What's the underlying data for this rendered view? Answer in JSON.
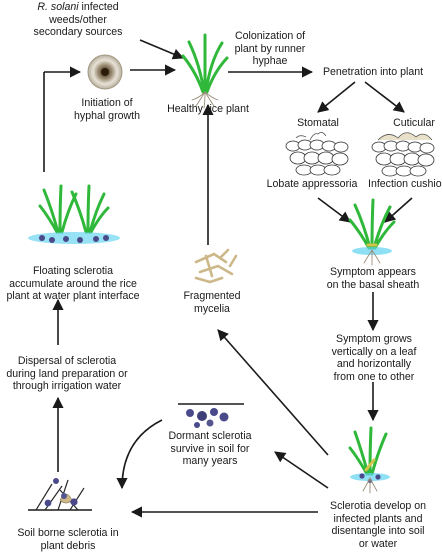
{
  "labels": {
    "infected_weeds_species": "R. solani",
    "infected_weeds_rest": " infected",
    "infected_weeds_line2": "weeds/other",
    "infected_weeds_line3": "secondary sources",
    "initiation_line1": "Initiation of",
    "initiation_line2": "hyphal growth",
    "healthy_plant": "Healthy rice plant",
    "colonization_line1": "Colonization of",
    "colonization_line2": "plant by runner",
    "colonization_line3": "hyphae",
    "penetration": "Penetration into plant",
    "stomatal": "Stomatal",
    "cuticular": "Cuticular",
    "lobate_appressoria": "Lobate appressoria",
    "infection_cushion": "Infection cushio",
    "symptom_basal_line1": "Symptom appears",
    "symptom_basal_line2": "on the basal sheath",
    "symptom_grows_line1": "Symptom grows",
    "symptom_grows_line2": "vertically on a leaf",
    "symptom_grows_line3": "and horizontally",
    "symptom_grows_line4": "from one to other",
    "sclerotia_develop_line1": "Sclerotia develop on",
    "sclerotia_develop_line2": "infected plants and",
    "sclerotia_develop_line3": "disentangle into soil",
    "sclerotia_develop_line4": "or water",
    "dormant_line1": "Dormant sclerotia",
    "dormant_line2": "survive in soil for",
    "dormant_line3": "many years",
    "soil_borne_line1": "Soil borne sclerotia in",
    "soil_borne_line2": "plant debris",
    "dispersal_line1": "Dispersal of sclerotia",
    "dispersal_line2": "during land preparation or",
    "dispersal_line3": "through irrigation water",
    "floating_line1": "Floating sclerotia",
    "floating_line2": "accumulate around the rice",
    "floating_line3": "plant at water plant interface",
    "fragmented_line1": "Fragmented",
    "fragmented_line2": "mycelia"
  },
  "colors": {
    "leaf_green": "#2fb83a",
    "leaf_dark": "#1f8a2a",
    "root": "#9a8f7a",
    "water": "#5fd3ef",
    "sclerotia": "#4a4a8a",
    "lesion": "#d4c24a",
    "mycelia": "#cdb88a",
    "arrow": "#1a1a1a",
    "colony_ring": "#c8c0b0"
  }
}
